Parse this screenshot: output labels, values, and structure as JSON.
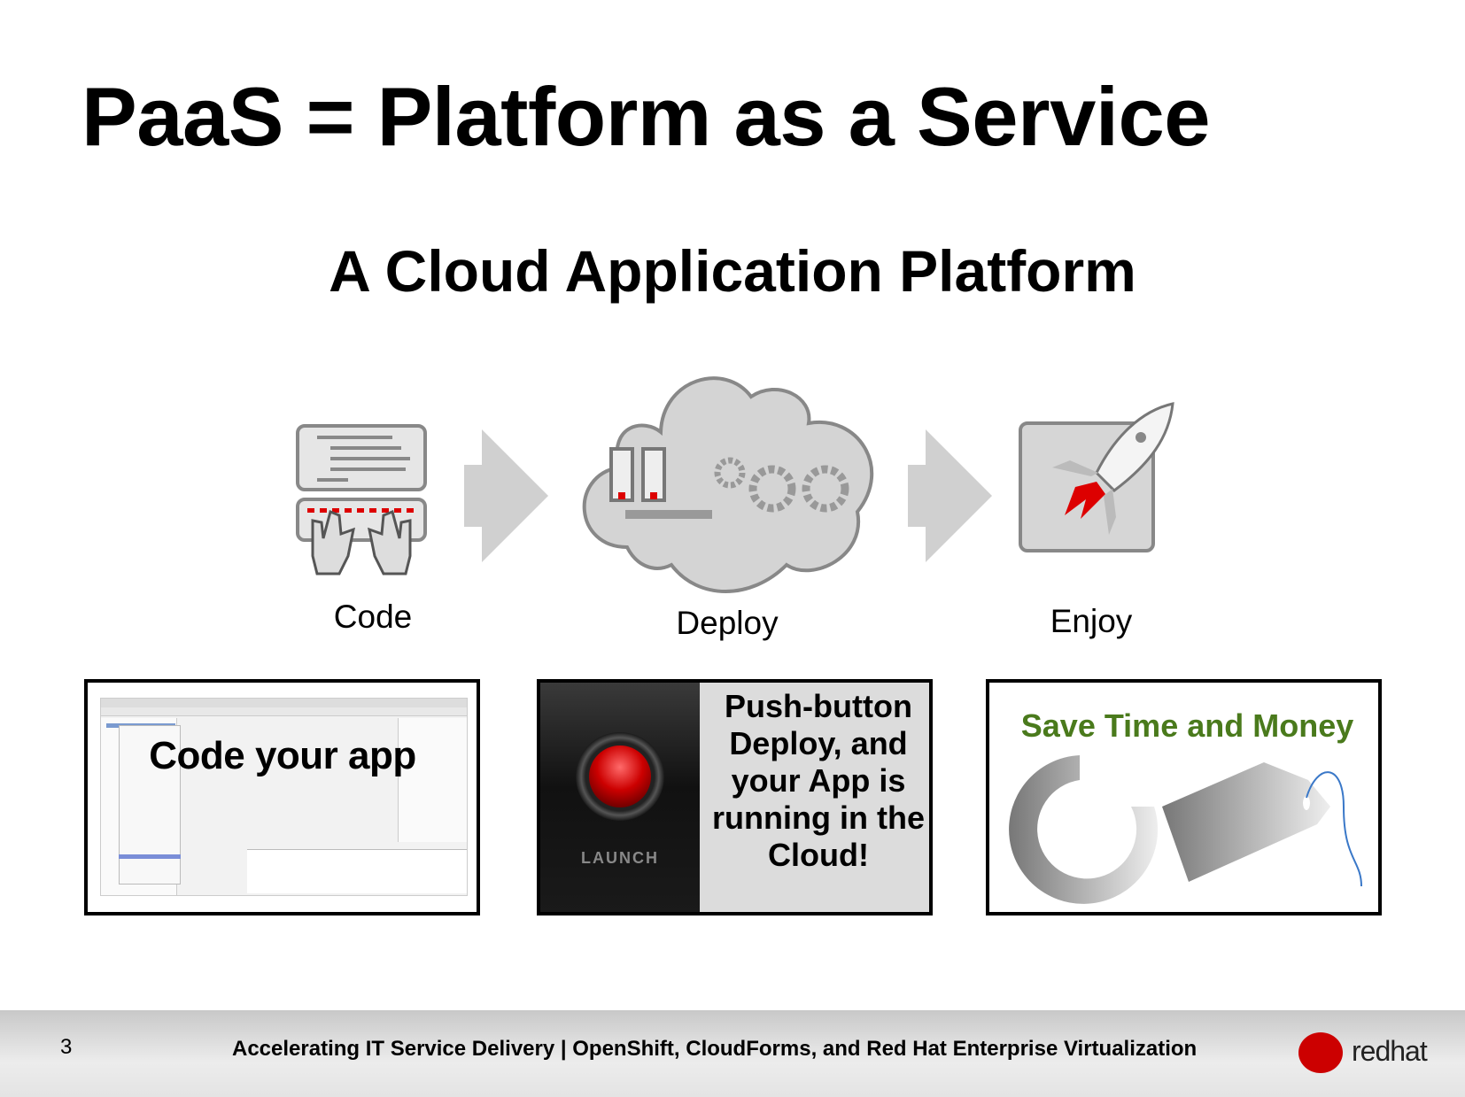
{
  "slide": {
    "title": "PaaS = Platform as a Service",
    "subtitle": "A Cloud Application Platform",
    "steps": [
      {
        "label": "Code"
      },
      {
        "label": "Deploy"
      },
      {
        "label": "Enjoy"
      }
    ],
    "panels": {
      "code": {
        "caption": "Code your app"
      },
      "deploy": {
        "button_label": "LAUNCH",
        "text": "Push-button Deploy, and your App is running in the Cloud!"
      },
      "save": {
        "heading": "Save Time and Money"
      }
    },
    "footer": {
      "page_number": "3",
      "text": "Accelerating IT Service Delivery | OpenShift, CloudForms, and Red Hat Enterprise Virtualization",
      "logo_text": "redhat"
    }
  },
  "colors": {
    "accent_green": "#4a7a1c",
    "red": "#cc0000",
    "icon_gray": "#cfcfcf"
  }
}
